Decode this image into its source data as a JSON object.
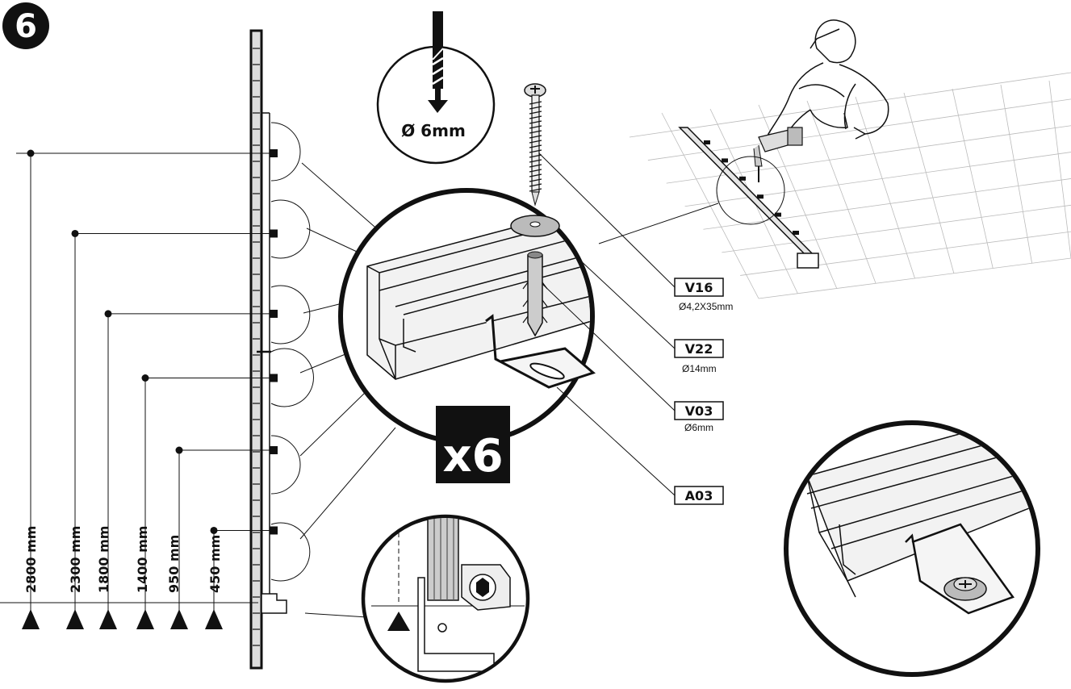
{
  "step": {
    "number": "6"
  },
  "drill_badge": {
    "label": "Ø 6mm"
  },
  "quantity_badge": {
    "label": "x6"
  },
  "measurements": [
    {
      "label": "2800 mm",
      "value": 2800
    },
    {
      "label": "2300 mm",
      "value": 2300
    },
    {
      "label": "1800 mm",
      "value": 1800
    },
    {
      "label": "1400 mm",
      "value": 1400
    },
    {
      "label": "950 mm",
      "value": 950
    },
    {
      "label": "450 mm",
      "value": 450
    }
  ],
  "parts": [
    {
      "code": "V16",
      "spec": "Ø4,2X35mm"
    },
    {
      "code": "V22",
      "spec": "Ø14mm"
    },
    {
      "code": "V03",
      "spec": "Ø6mm"
    },
    {
      "code": "A03",
      "spec": ""
    }
  ],
  "icons": [
    "step-number-icon",
    "drill-bit-icon",
    "screw-icon",
    "washer-icon",
    "wall-plug-icon",
    "bracket-icon",
    "floor-marker-icon",
    "worker-icon",
    "drill-icon"
  ],
  "colors": {
    "ink": "#111111",
    "rail": "#dddddd",
    "badge": "#111111",
    "grid": "#c8c8c8"
  }
}
